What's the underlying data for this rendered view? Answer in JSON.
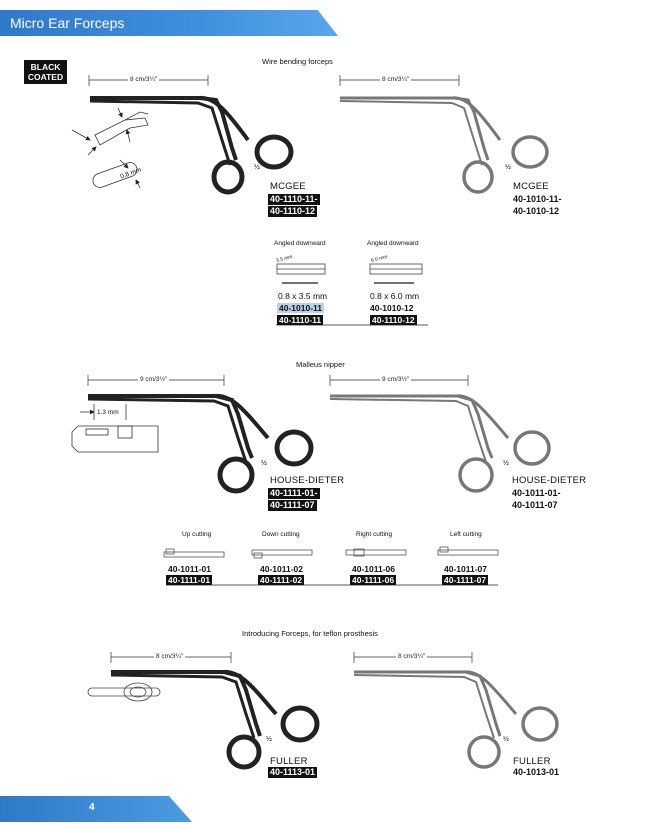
{
  "header": {
    "title": "Micro Ear Forceps"
  },
  "badge": {
    "line1": "BLACK",
    "line2": "COATED"
  },
  "section1": {
    "title": "Wire bending forceps",
    "measure_left": "8 cm/3¼\"",
    "measure_right": "8 cm/3¼\"",
    "detail_dim": "0.8 mm",
    "left": {
      "half": "½",
      "model": "MCGEE",
      "code1": "40-1110-11-",
      "code2": "40-1110-12"
    },
    "right": {
      "half": "½",
      "model": "MCGEE",
      "code1": "40-1010-11-",
      "code2": "40-1010-12"
    },
    "tips": [
      {
        "caption": "Angled downward",
        "tip_dim": "3.5 mm",
        "size": "0.8 x 3.5 mm",
        "code1": "40-1010-11",
        "code2": "40-1110-11"
      },
      {
        "caption": "Angled downward",
        "tip_dim": "6.0 mm",
        "size": "0.8 x 6.0 mm",
        "code1": "40-1010-12",
        "code2": "40-1110-12"
      }
    ]
  },
  "section2": {
    "title": "Malleus nipper",
    "measure_left": "9 cm/3½\"",
    "measure_right": "9 cm/3½\"",
    "detail_dim": "1.3 mm",
    "left": {
      "half": "½",
      "model": "HOUSE-DIETER",
      "code1": "40-1111-01-",
      "code2": "40-1111-07"
    },
    "right": {
      "half": "½",
      "model": "HOUSE-DIETER",
      "code1": "40-1011-01-",
      "code2": "40-1011-07"
    },
    "tips": [
      {
        "caption": "Up cutting",
        "code1": "40-1011-01",
        "code2": "40-1111-01"
      },
      {
        "caption": "Down cutting",
        "code1": "40-1011-02",
        "code2": "40-1111-02"
      },
      {
        "caption": "Right cutting",
        "code1": "40-1011-06",
        "code2": "40-1111-06"
      },
      {
        "caption": "Left cutting",
        "code1": "40-1011-07",
        "code2": "40-1111-07"
      }
    ]
  },
  "section3": {
    "title": "Introducing Forceps, for teflon prosthesis",
    "measure_left": "8 cm/3¼\"",
    "measure_right": "8 cm/3¼\"",
    "left": {
      "half": "½",
      "model": "FULLER",
      "code1": "40-1113-01"
    },
    "right": {
      "half": "½",
      "model": "FULLER",
      "code1": "40-1013-01"
    }
  },
  "footer": {
    "page": "4"
  }
}
